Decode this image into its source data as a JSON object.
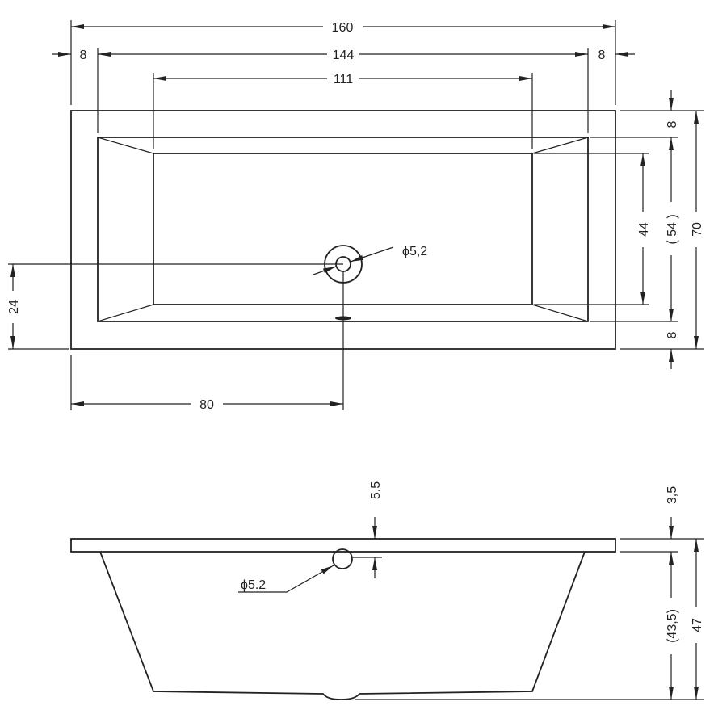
{
  "top_view": {
    "overall_length": "160",
    "rim_left": "8",
    "inner_length": "144",
    "rim_right": "8",
    "floor_length": "111",
    "rim_top": "8",
    "floor_width": "44",
    "inner_width": "( 54 )",
    "overall_width": "70",
    "rim_bottom": "8",
    "drain_offset_y": "24",
    "drain_offset_x": "80",
    "drain_diameter": "ϕ5,2"
  },
  "side_view": {
    "drain_depth": "5.5",
    "overflow_diameter": "ϕ5.2",
    "rim_thickness": "3,5",
    "inner_depth": "(43,5)",
    "overall_height": "47"
  }
}
